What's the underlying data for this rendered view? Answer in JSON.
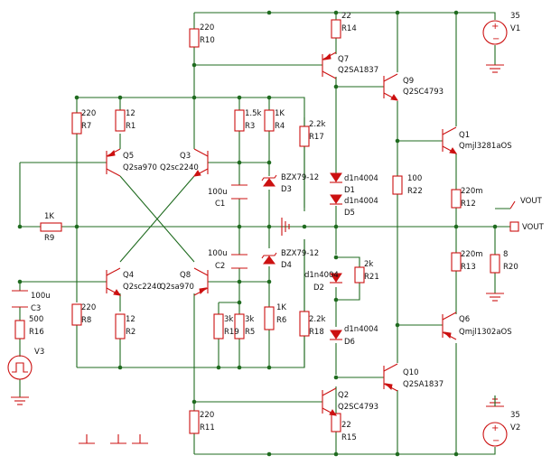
{
  "components": [
    {
      "id": "R10",
      "ref": "R10",
      "value": "220"
    },
    {
      "id": "R14",
      "ref": "R14",
      "value": "22"
    },
    {
      "id": "V1",
      "ref": "V1",
      "value": "35"
    },
    {
      "id": "Q7",
      "ref": "Q7",
      "value": "Q2SA1837"
    },
    {
      "id": "Q9",
      "ref": "Q9",
      "value": "Q2SC4793"
    },
    {
      "id": "R7",
      "ref": "R7",
      "value": "220"
    },
    {
      "id": "R1",
      "ref": "R1",
      "value": "12"
    },
    {
      "id": "R3",
      "ref": "R3",
      "value": "1.5k"
    },
    {
      "id": "R4",
      "ref": "R4",
      "value": "1K"
    },
    {
      "id": "R17",
      "ref": "R17",
      "value": "2.2k"
    },
    {
      "id": "Q1",
      "ref": "Q1",
      "value": "Qmjl3281aOS"
    },
    {
      "id": "Q5",
      "ref": "Q5",
      "value": "Q2sa970"
    },
    {
      "id": "Q3",
      "ref": "Q3",
      "value": "Q2sc2240"
    },
    {
      "id": "D3",
      "ref": "D3",
      "value": "BZX79-12"
    },
    {
      "id": "D1",
      "ref": "D1",
      "value": "d1n4004"
    },
    {
      "id": "D5",
      "ref": "D5",
      "value": "d1n4004"
    },
    {
      "id": "C1",
      "ref": "C1",
      "value": "100u"
    },
    {
      "id": "R22",
      "ref": "R22",
      "value": "100"
    },
    {
      "id": "R12",
      "ref": "R12",
      "value": "220m"
    },
    {
      "id": "R9",
      "ref": "R9",
      "value": "1K"
    },
    {
      "id": "C2",
      "ref": "C2",
      "value": "100u"
    },
    {
      "id": "D4",
      "ref": "D4",
      "value": "BZX79-12"
    },
    {
      "id": "D2",
      "ref": "D2",
      "value": "d1n4004"
    },
    {
      "id": "R21",
      "ref": "R21",
      "value": "2k"
    },
    {
      "id": "R13",
      "ref": "R13",
      "value": "220m"
    },
    {
      "id": "R20",
      "ref": "R20",
      "value": "8"
    },
    {
      "id": "Q4",
      "ref": "Q4",
      "value": "Q2sc2240"
    },
    {
      "id": "Q8",
      "ref": "Q8",
      "value": "Q2sa970"
    },
    {
      "id": "C3",
      "ref": "C3",
      "value": "100u"
    },
    {
      "id": "R16",
      "ref": "R16",
      "value": "500"
    },
    {
      "id": "R8",
      "ref": "R8",
      "value": "220"
    },
    {
      "id": "R2",
      "ref": "R2",
      "value": "12"
    },
    {
      "id": "R19",
      "ref": "R19",
      "value": "3k"
    },
    {
      "id": "R5",
      "ref": "R5",
      "value": "3k"
    },
    {
      "id": "R6",
      "ref": "R6",
      "value": "1K"
    },
    {
      "id": "R18",
      "ref": "R18",
      "value": "2.2k"
    },
    {
      "id": "D6",
      "ref": "D6",
      "value": "d1n4004"
    },
    {
      "id": "Q6",
      "ref": "Q6",
      "value": "Qmjl1302aOS"
    },
    {
      "id": "V3",
      "ref": "V3",
      "value": ""
    },
    {
      "id": "Q10",
      "ref": "Q10",
      "value": "Q2SA1837"
    },
    {
      "id": "Q2",
      "ref": "Q2",
      "value": "Q2SC4793"
    },
    {
      "id": "R11",
      "ref": "R11",
      "value": "220"
    },
    {
      "id": "R15",
      "ref": "R15",
      "value": "22"
    },
    {
      "id": "V2",
      "ref": "V2",
      "value": "35"
    }
  ],
  "net_labels": [
    {
      "id": "vout1",
      "text": "VOUT"
    },
    {
      "id": "vout2",
      "text": "VOUT"
    }
  ],
  "colors": {
    "wire": "#1f6b1f",
    "component": "#cc1111",
    "label": "#111111",
    "background": "#ffffff"
  }
}
